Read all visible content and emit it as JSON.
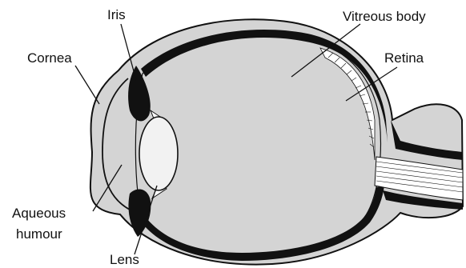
{
  "diagram": {
    "labels": {
      "iris": "Iris",
      "cornea": "Cornea",
      "vitreous_body": "Vitreous body",
      "retina": "Retina",
      "aqueous_humour_line1": "Aqueous",
      "aqueous_humour_line2": "humour",
      "lens": "Lens"
    },
    "colors": {
      "tissue_fill": "#d4d4d4",
      "outline": "#111111",
      "lens_fill": "#f2f2f2",
      "background": "#ffffff"
    }
  }
}
